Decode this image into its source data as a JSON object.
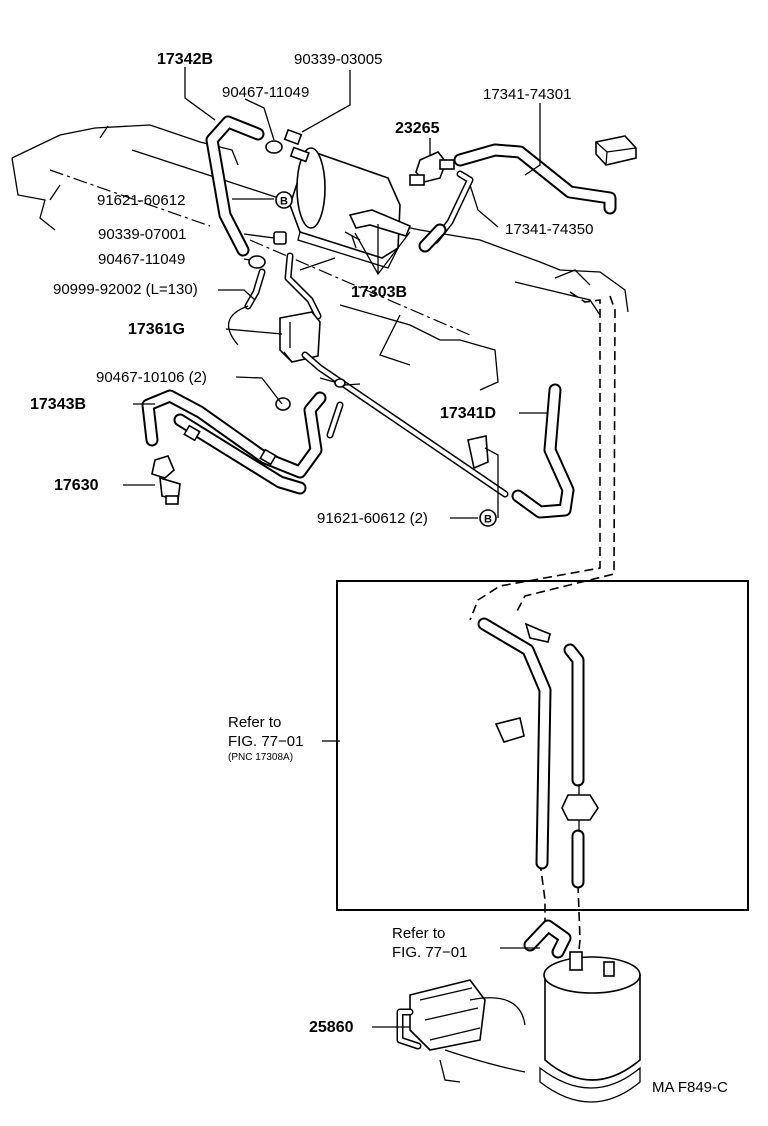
{
  "labels": {
    "p17342B": "17342B",
    "p90339_03005": "90339-03005",
    "p90467_11049_top": "90467-11049",
    "p23265": "23265",
    "p17341_74301": "17341-74301",
    "p91621_60612": "91621-60612",
    "p90339_07001": "90339-07001",
    "p90467_11049": "90467-11049",
    "p90999_92002": "90999-92002 (L=130)",
    "p17361G": "17361G",
    "p17303B": "17303B",
    "p17341_74350": "17341-74350",
    "p90467_10106": "90467-10106 (2)",
    "p17343B": "17343B",
    "p17341D": "17341D",
    "p17630": "17630",
    "p91621_60612_2": "91621-60612 (2)",
    "p25860": "25860",
    "bolt_marker": "B"
  },
  "refs": {
    "refer_to": "Refer to",
    "fig_77_01": "FIG. 77−01",
    "pnc": "(PNC 17308A)"
  },
  "figure_code": "MA F849-C"
}
